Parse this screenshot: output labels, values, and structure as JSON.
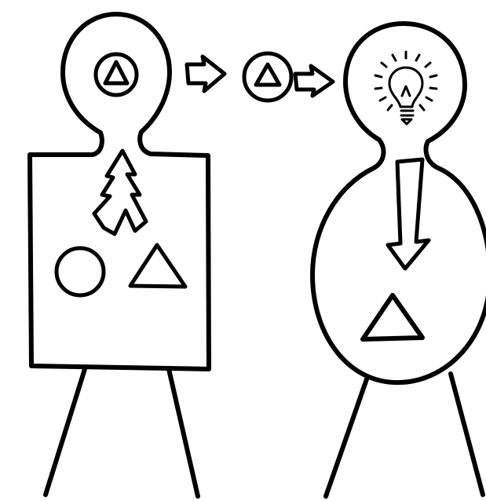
{
  "figure": {
    "ink_color": "#000000",
    "paper_color": "#ffffff",
    "left_figure": {
      "body_shape": "rectangle",
      "head_contains": "triangle-in-circle",
      "body_contains": [
        "upward-branching-arrow",
        "circle",
        "triangle"
      ]
    },
    "transfer": [
      "arrow-right",
      "triangle-in-circle",
      "arrow-right"
    ],
    "right_figure": {
      "body_shape": "oval",
      "head_contains": "light-bulb",
      "body_contains": [
        "downward-arrow",
        "triangle"
      ]
    }
  }
}
